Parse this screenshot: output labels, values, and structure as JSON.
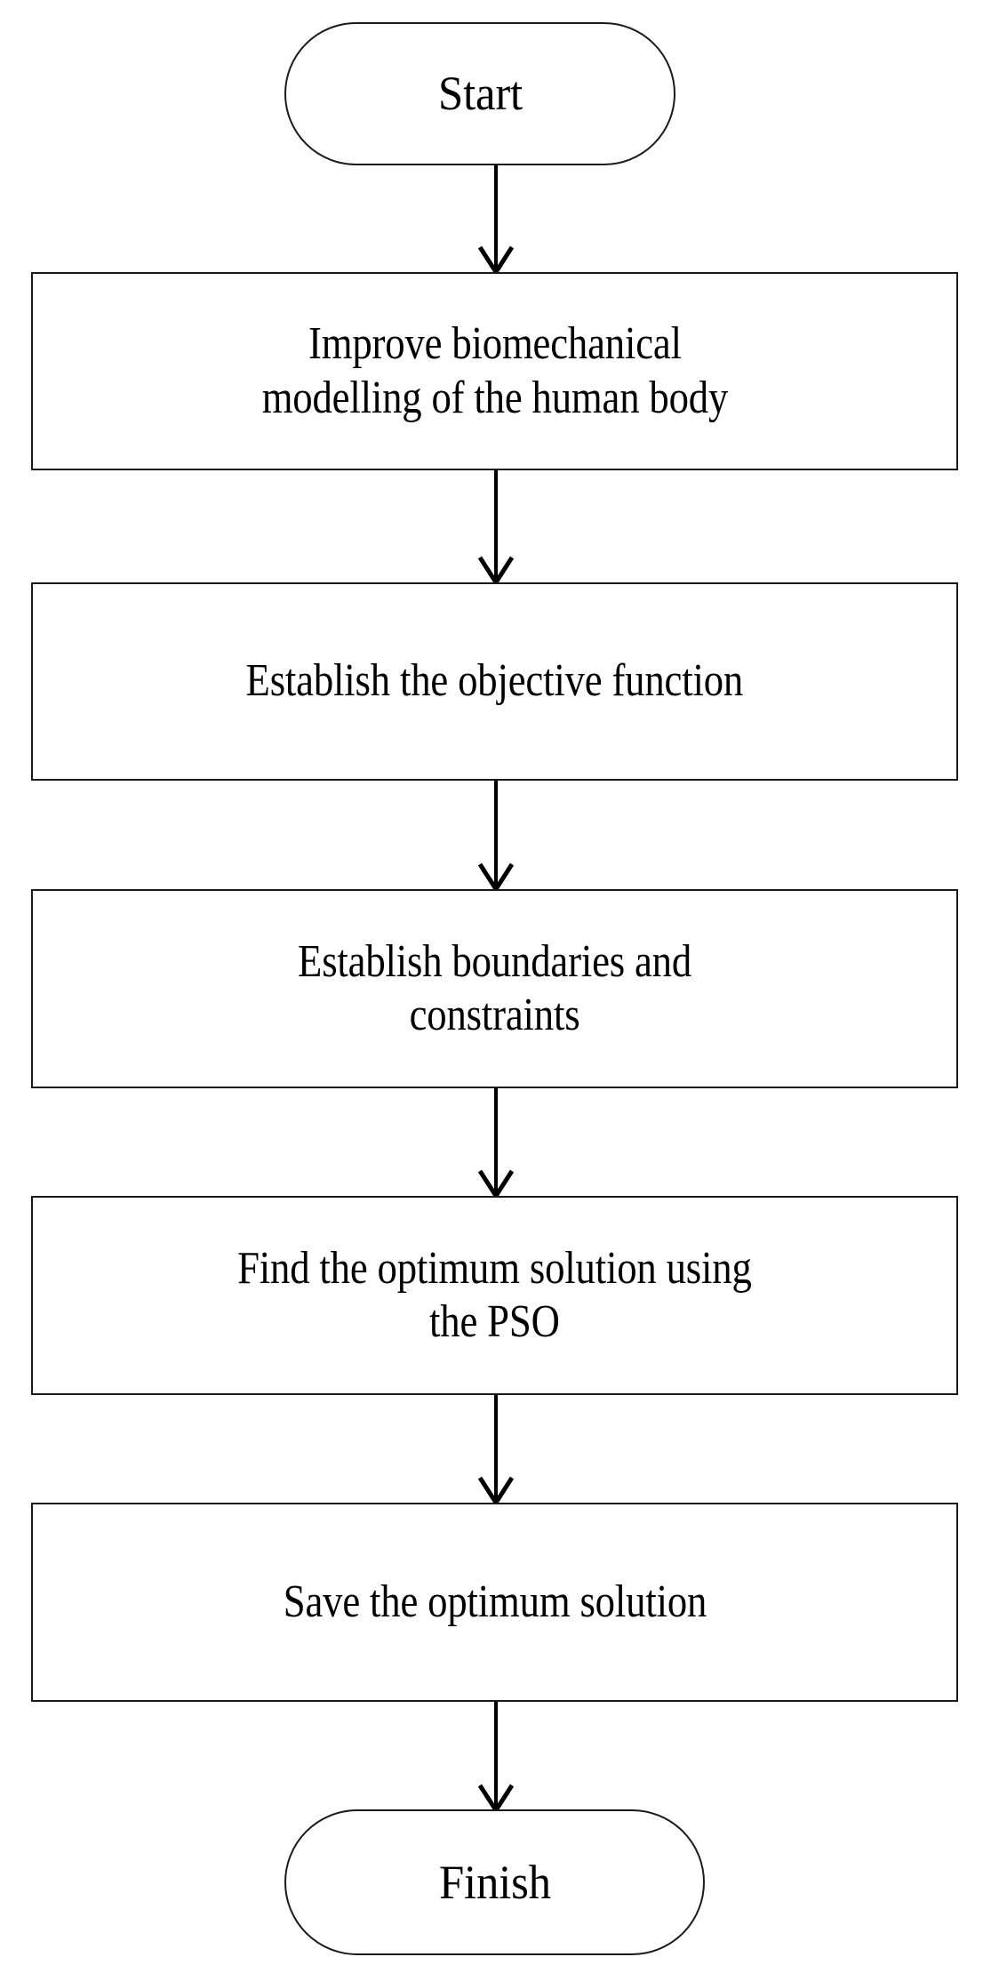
{
  "diagram": {
    "title": "PSO optimisation workflow flowchart",
    "background_color": "#ffffff",
    "stroke_color": "#1a1a1a",
    "text_color": "#000000"
  },
  "nodes": [
    {
      "id": "start",
      "shape": "terminator",
      "label": "Start"
    },
    {
      "id": "improve-model",
      "shape": "process",
      "label": "Improve biomechanical\nmodelling of the human body"
    },
    {
      "id": "objective-function",
      "shape": "process",
      "label": "Establish the objective function"
    },
    {
      "id": "boundaries-constraints",
      "shape": "process",
      "label": "Establish boundaries and\nconstraints"
    },
    {
      "id": "find-optimum",
      "shape": "process",
      "label": "Find the optimum solution using\nthe PSO"
    },
    {
      "id": "save-optimum",
      "shape": "process",
      "label": "Save the optimum solution"
    },
    {
      "id": "finish",
      "shape": "terminator",
      "label": "Finish"
    }
  ],
  "connectors": [
    {
      "id": "start-to-improve-model",
      "from": "start",
      "to": "improve-model",
      "direction": "down"
    },
    {
      "id": "improve-model-to-objective-function",
      "from": "improve-model",
      "to": "objective-function",
      "direction": "down"
    },
    {
      "id": "objective-function-to-boundaries",
      "from": "objective-function",
      "to": "boundaries-constraints",
      "direction": "down"
    },
    {
      "id": "boundaries-to-find-optimum",
      "from": "boundaries-constraints",
      "to": "find-optimum",
      "direction": "down"
    },
    {
      "id": "find-optimum-to-save-optimum",
      "from": "find-optimum",
      "to": "save-optimum",
      "direction": "down"
    },
    {
      "id": "save-optimum-to-finish",
      "from": "save-optimum",
      "to": "finish",
      "direction": "down"
    }
  ]
}
